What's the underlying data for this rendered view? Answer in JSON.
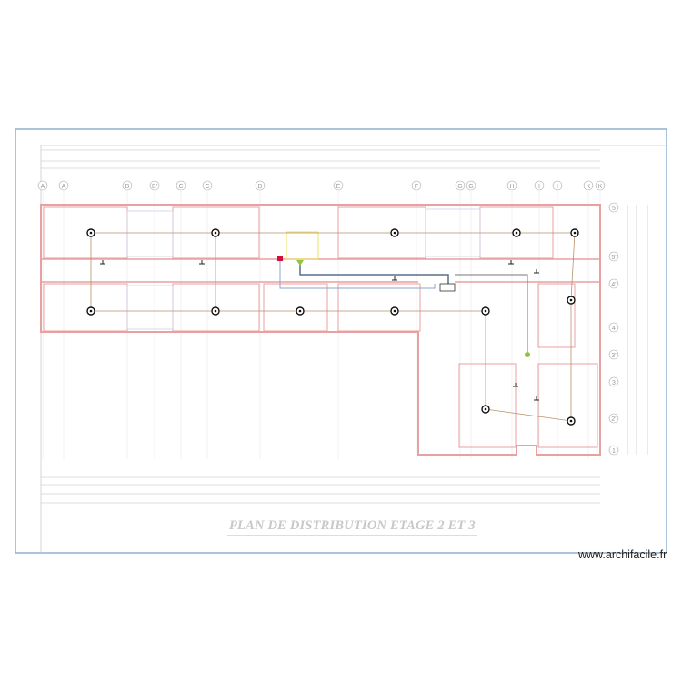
{
  "drawing": {
    "title": "PLAN DE DISTRIBUTION ETAGE  2 ET 3",
    "watermark": "www.archifacile.fr",
    "column_labels": [
      "A",
      "A",
      "B",
      "B'",
      "C",
      "C",
      "D",
      "E",
      "F",
      "G",
      "G",
      "H",
      "I",
      "I",
      "K",
      "K"
    ],
    "row_labels": [
      "5",
      "5'",
      "4'",
      "4",
      "3'",
      "3",
      "2'",
      "1"
    ],
    "colors": {
      "frame": "#8fb0cf",
      "walls": "#e8a0a0",
      "wiring": "#b8916a",
      "cable": "#5a6f8a",
      "panel": "#d0103a",
      "junction": "#8cc63f"
    }
  }
}
